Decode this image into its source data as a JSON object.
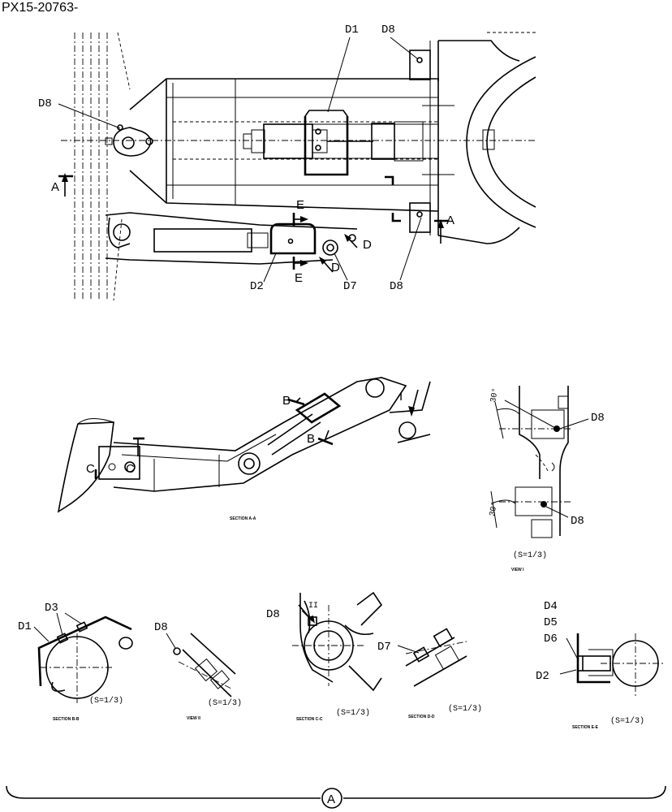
{
  "document": {
    "id": "PX15-20763-",
    "callout_marker": "A"
  },
  "main_view": {
    "parts": [
      "D1",
      "D8",
      "D8",
      "D8",
      "D2",
      "D7"
    ],
    "section_marks": [
      "A",
      "A",
      "E",
      "E",
      "D",
      "D"
    ]
  },
  "section_aa": {
    "title": "SECTION A-A",
    "marks": [
      "B",
      "B",
      "C",
      "C",
      "I"
    ]
  },
  "view_1": {
    "title": "VIEW I",
    "scale": "(S=1/3)",
    "angle_top": "30°",
    "angle_bottom": "30°",
    "parts": [
      "D8",
      "D8"
    ]
  },
  "section_bb": {
    "title": "SECTION B-B",
    "scale": "(S=1/3)",
    "parts": [
      "D1",
      "D3"
    ]
  },
  "view_2": {
    "title": "VIEW II",
    "scale": "(S=1/3)",
    "parts": [
      "D8"
    ]
  },
  "section_cc": {
    "title": "SECTION C-C",
    "scale": "(S=1/3)",
    "parts": [
      "D8"
    ],
    "marks": [
      "II"
    ]
  },
  "section_dd": {
    "title": "SECTION D-D",
    "scale": "(S=1/3)",
    "parts": [
      "D7"
    ]
  },
  "section_ee": {
    "title": "SECTION E-E",
    "scale": "(S=1/3)",
    "parts": [
      "D4",
      "D5",
      "D6",
      "D2"
    ]
  }
}
